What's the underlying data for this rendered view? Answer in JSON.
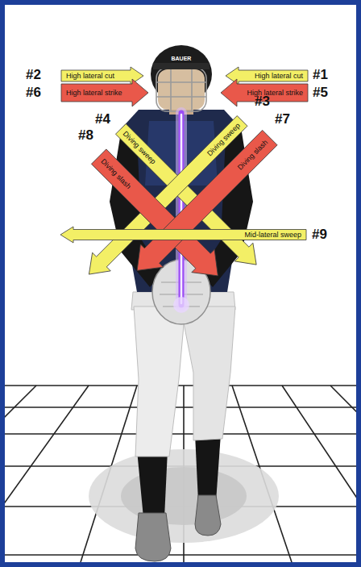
{
  "diagram": {
    "nodes": [
      {
        "text": [
          "High lateral cut"
        ]
      },
      {
        "text": [
          "High lateral cut"
        ]
      },
      {
        "text": [
          "High lateral strike"
        ]
      },
      {
        "text": [
          "High lateral strike"
        ]
      },
      {
        "text": [
          "Diving sweep"
        ]
      },
      {
        "text": [
          "Diving sweep"
        ]
      },
      {
        "text": [
          "Diving slash"
        ]
      },
      {
        "text": [
          "Diving slash"
        ]
      },
      {
        "text": [
          "Mid-lateral sweep"
        ]
      }
    ],
    "labels": [
      "#2",
      "#1",
      "#6",
      "#5",
      "#4",
      "#3",
      "#8",
      "#7",
      "#9",
      "BAUER"
    ]
  }
}
